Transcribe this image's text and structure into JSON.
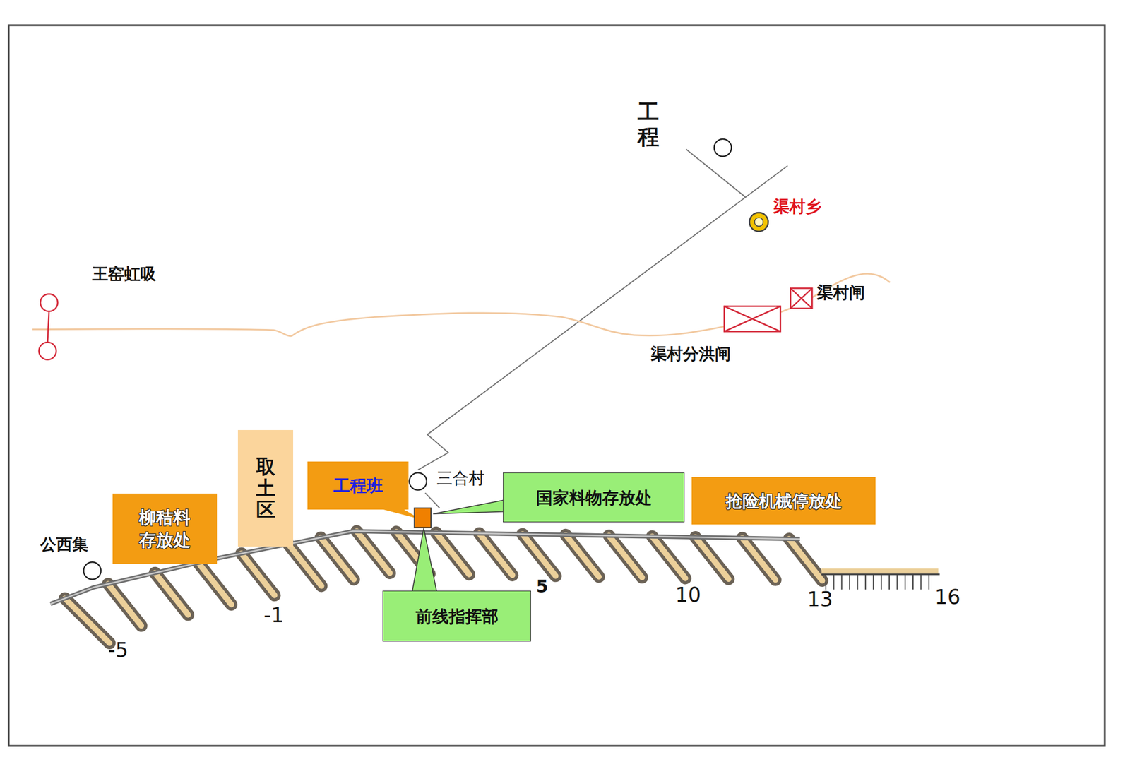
{
  "diagram": {
    "nodes": [
      {
        "text": [
          "柳秸料 存放处"
        ]
      },
      {
        "text": [
          "取土区"
        ]
      },
      {
        "text": [
          "工程班"
        ]
      },
      {
        "text": [
          "国家料物存放处"
        ]
      },
      {
        "text": [
          "抢险机械停放处"
        ]
      },
      {
        "text": [
          "前线指挥部"
        ]
      }
    ],
    "labels": [
      "工程",
      "渠村乡",
      "王窑虹吸",
      "渠村闸",
      "渠村分洪闸",
      "公西集",
      "三合村",
      "-5",
      "-1",
      "5",
      "10",
      "13",
      "16"
    ]
  }
}
